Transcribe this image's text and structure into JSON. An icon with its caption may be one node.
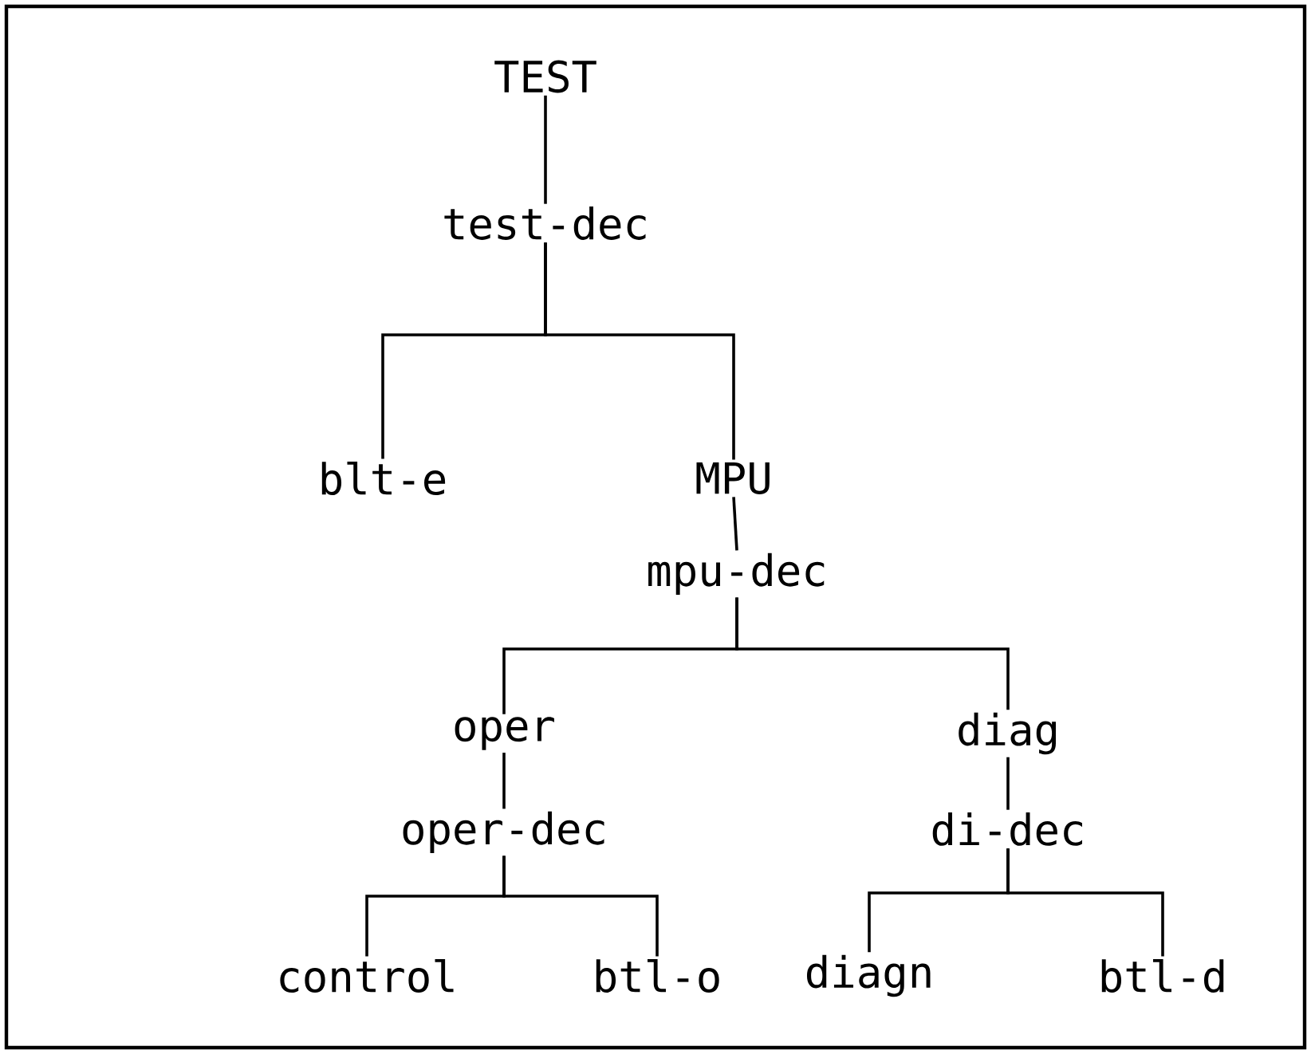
{
  "diagram": {
    "nodes": [
      {
        "text": [
          "TEST"
        ]
      },
      {
        "text": [
          "test-dec"
        ]
      },
      {
        "text": [
          "blt-e"
        ]
      },
      {
        "text": [
          "MPU"
        ]
      },
      {
        "text": [
          "mpu-dec"
        ]
      },
      {
        "text": [
          "oper"
        ]
      },
      {
        "text": [
          "diag"
        ]
      },
      {
        "text": [
          "oper-dec"
        ]
      },
      {
        "text": [
          "di-dec"
        ]
      },
      {
        "text": [
          "control"
        ]
      },
      {
        "text": [
          "btl-o"
        ]
      },
      {
        "text": [
          "diagn"
        ]
      },
      {
        "text": [
          "btl-d"
        ]
      }
    ],
    "edges": [
      {
        "from": 0,
        "to": 1,
        "arrow": "none"
      },
      {
        "from": 1,
        "to": 2,
        "arrow": "none"
      },
      {
        "from": 1,
        "to": 3,
        "arrow": "none"
      },
      {
        "from": 3,
        "to": 4,
        "arrow": "none"
      },
      {
        "from": 4,
        "to": 5,
        "arrow": "none"
      },
      {
        "from": 4,
        "to": 6,
        "arrow": "none"
      },
      {
        "from": 5,
        "to": 7,
        "arrow": "none"
      },
      {
        "from": 6,
        "to": 8,
        "arrow": "none"
      },
      {
        "from": 7,
        "to": 9,
        "arrow": "none"
      },
      {
        "from": 7,
        "to": 10,
        "arrow": "none"
      },
      {
        "from": 8,
        "to": 11,
        "arrow": "none"
      },
      {
        "from": 8,
        "to": 12,
        "arrow": "none"
      }
    ]
  }
}
